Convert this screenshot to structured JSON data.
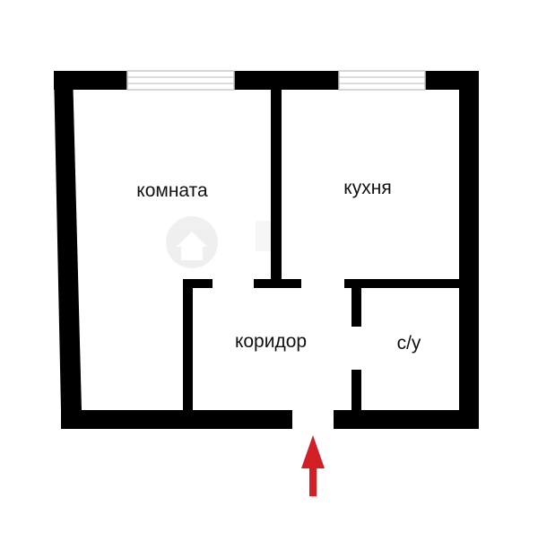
{
  "rooms": {
    "room": "комната",
    "kitchen": "кухня",
    "corridor": "коридор",
    "bathroom": "с/у"
  },
  "colors": {
    "wall": "#000000",
    "background": "#ffffff",
    "window_frame": "#c8c8c8",
    "entrance_arrow": "#d21f26",
    "watermark": "#d9d9d9"
  },
  "icons": {
    "entrance": "arrow-up-icon",
    "watermark": "house-logo-icon"
  }
}
